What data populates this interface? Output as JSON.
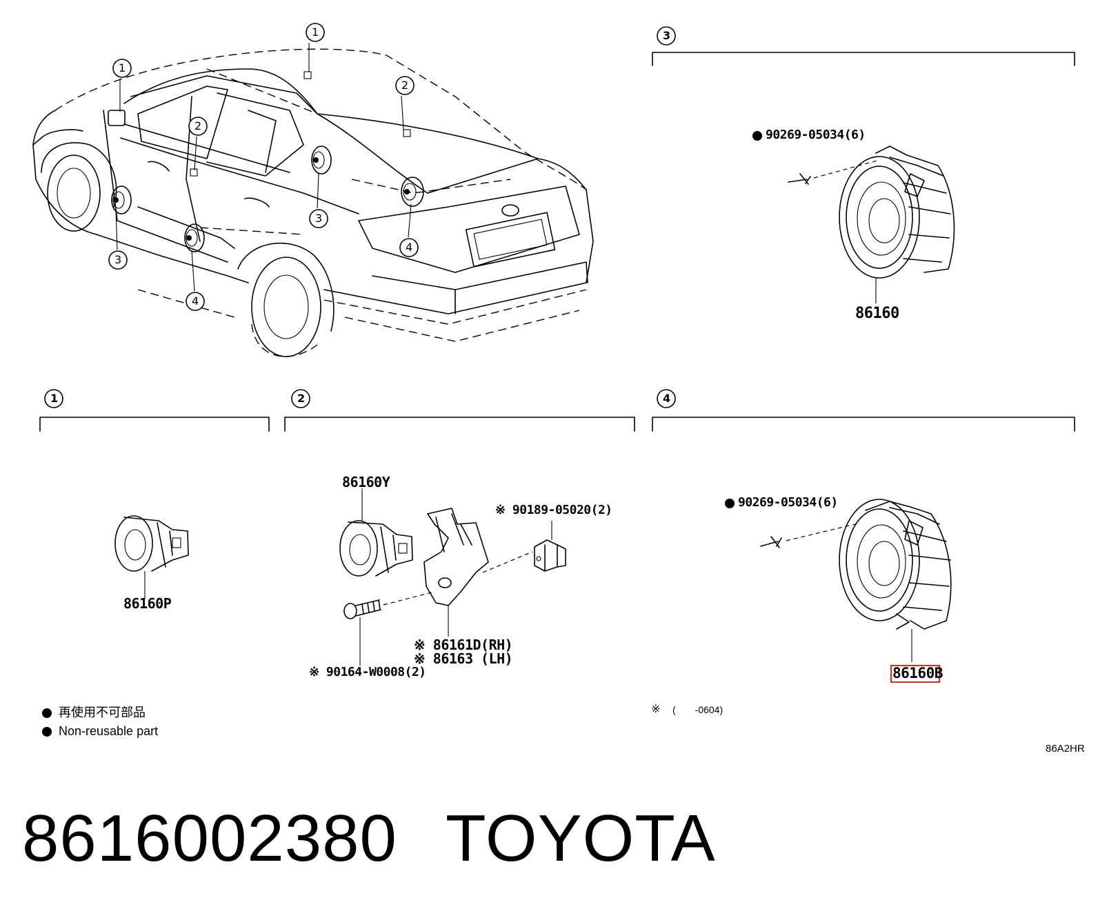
{
  "callouts": {
    "c1": "1",
    "c2": "2",
    "c3": "3",
    "c4": "4"
  },
  "sections": {
    "s1": {
      "number": "1"
    },
    "s2": {
      "number": "2"
    },
    "s3": {
      "number": "3"
    },
    "s4": {
      "number": "4"
    }
  },
  "parts": {
    "p_86160": "86160",
    "p_86160P": "86160P",
    "p_86160Y": "86160Y",
    "p_86160B": "86160B",
    "bolt_s3": "90269-05034(6)",
    "bolt_s4": "90269-05034(6)",
    "nut_s2": "※ 90189-05020(2)",
    "bracket_rh": "※ 86161D(RH)",
    "bracket_lh": "※ 86163 (LH)",
    "screw_s2": "※ 90164-W0008(2)"
  },
  "legend": {
    "ja": "再使用不可部品",
    "en": "Non-reusable part",
    "footnote_mark": "※",
    "footnote_range": "(　　-0604)"
  },
  "diagram_code": "86A2HR",
  "caption": {
    "part_number": "8616002380",
    "brand": "TOYOTA"
  },
  "colors": {
    "line": "#000000",
    "highlight": "#e0281e"
  }
}
